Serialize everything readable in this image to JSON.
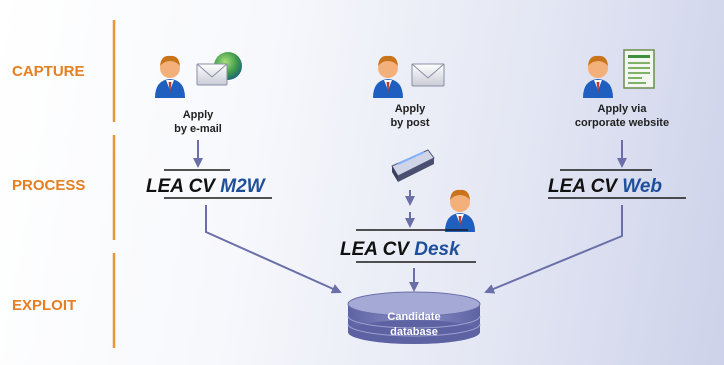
{
  "stages": {
    "capture": "CAPTURE",
    "process": "PROCESS",
    "exploit": "EXPLOIT"
  },
  "sources": [
    {
      "line1": "Apply",
      "line2": "by e-mail",
      "icon": "email-envelope-icon"
    },
    {
      "line1": "Apply",
      "line2": "by post",
      "icon": "post-envelope-icon"
    },
    {
      "line1": "Apply via",
      "line2": "corporate website",
      "icon": "web-form-icon"
    }
  ],
  "products": {
    "m2w": {
      "base": "LEA CV ",
      "suffix": "M2W"
    },
    "desk": {
      "base": "LEA CV ",
      "suffix": "Desk"
    },
    "web": {
      "base": "LEA CV ",
      "suffix": "Web"
    }
  },
  "database": {
    "line1": "Candidate",
    "line2": "database",
    "icon": "database-cylinder-icon"
  },
  "colors": {
    "stage_label": "#e67e22",
    "divider": "#e8963a",
    "arrow": "#6a6fa8",
    "product_suffix": "#1e4f9a",
    "database": "#7479b3"
  }
}
